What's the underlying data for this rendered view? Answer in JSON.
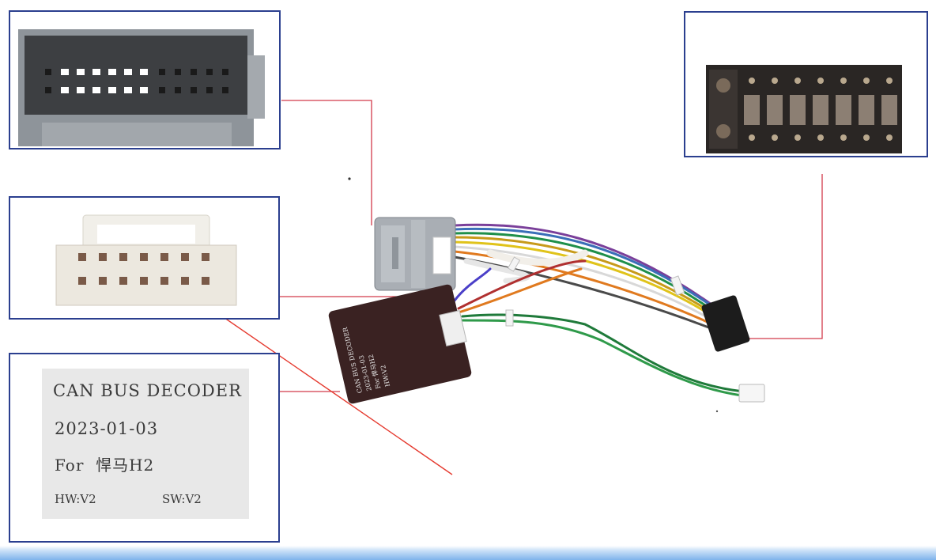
{
  "decoder_label": {
    "title": "CAN BUS DECODER",
    "date": "2023-01-03",
    "for_prefix": "For",
    "vehicle": "悍马H2",
    "hardware": "HW:V2",
    "software": "SW:V2"
  },
  "colors": {
    "frame_border": "#2b3f8f",
    "leader_line": "#d23a4a",
    "arrow": "#e53a2f",
    "bottom_bar": "#7fb3ec"
  }
}
